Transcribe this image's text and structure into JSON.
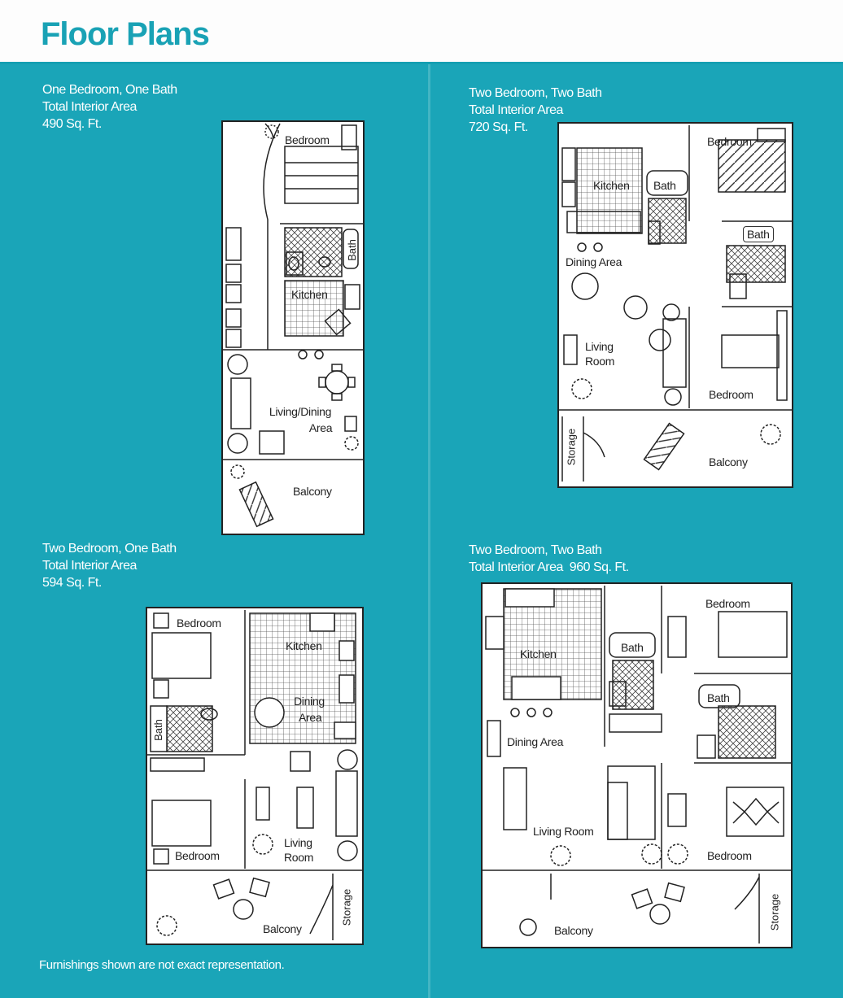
{
  "page": {
    "title": "Floor Plans",
    "footnote": "Furnishings shown are not exact representation."
  },
  "plans": [
    {
      "name": "One Bedroom, One Bath",
      "area_label": "Total Interior Area",
      "area": "490 Sq. Ft.",
      "rooms": {
        "bedroom": "Bedroom",
        "bath": "Bath",
        "kitchen": "Kitchen",
        "living_1": "Living/Dining",
        "living_2": "Area",
        "balcony": "Balcony"
      }
    },
    {
      "name": "Two Bedroom, Two Bath",
      "area_label": "Total Interior Area",
      "area": "720 Sq. Ft.",
      "rooms": {
        "bedroom_a": "Bedroom",
        "kitchen": "Kitchen",
        "bath_a": "Bath",
        "bath_b": "Bath",
        "dining": "Dining Area",
        "living_1": "Living",
        "living_2": "Room",
        "bedroom_b": "Bedroom",
        "storage": "Storage",
        "balcony": "Balcony"
      }
    },
    {
      "name": "Two Bedroom, One Bath",
      "area_label": "Total Interior Area",
      "area": "594 Sq. Ft.",
      "rooms": {
        "bedroom_a": "Bedroom",
        "kitchen": "Kitchen",
        "dining_1": "Dining",
        "dining_2": "Area",
        "bath": "Bath",
        "living_1": "Living",
        "living_2": "Room",
        "bedroom_b": "Bedroom",
        "balcony": "Balcony",
        "storage": "Storage"
      }
    },
    {
      "name": "Two Bedroom, Two Bath",
      "area_label": "Total Interior Area",
      "area": "960 Sq. Ft.",
      "rooms": {
        "kitchen": "Kitchen",
        "bath_a": "Bath",
        "bedroom_a": "Bedroom",
        "bath_b": "Bath",
        "dining": "Dining Area",
        "living": "Living Room",
        "bedroom_b": "Bedroom",
        "balcony": "Balcony",
        "storage": "Storage"
      }
    }
  ]
}
